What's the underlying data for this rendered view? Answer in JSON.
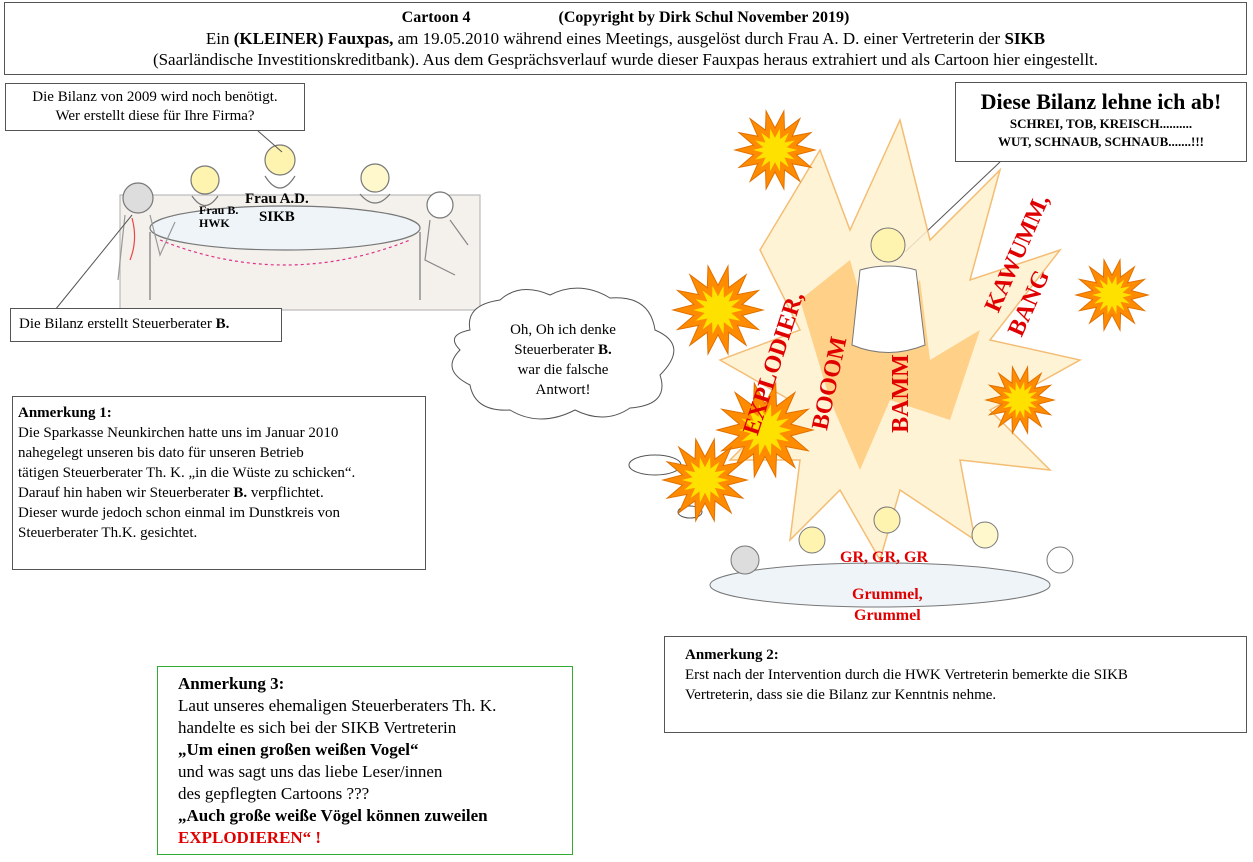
{
  "header": {
    "cartoon_no": "Cartoon 4",
    "copyright": "(Copyright by Dirk Schul November 2019)",
    "line2_a": "Ein ",
    "line2_bold": "(KLEINER) Fauxpas,",
    "line2_b": " am 19.05.2010 während eines Meetings, ausgelöst  durch Frau A. D. einer Vertreterin der ",
    "line2_sikb": "SIKB",
    "line3": "(Saarländische Investitionskreditbank). Aus dem Gesprächsverlauf wurde dieser Fauxpas heraus extrahiert und als Cartoon hier eingestellt."
  },
  "question": {
    "line1": "Die Bilanz von 2009 wird noch benötigt.",
    "line2": "Wer erstellt diese für Ihre Firma?"
  },
  "answer": {
    "text": "Die Bilanz erstellt Steuerberater ",
    "bold": "B."
  },
  "figure_labels": {
    "frau_b": "Frau B.",
    "hwk": "HWK",
    "frau_ad": "Frau A.D.",
    "sikb": "SIKB"
  },
  "thought": {
    "line1": "Oh, Oh ich denke",
    "line2a": "Steuerberater ",
    "line2b": "B.",
    "line3": "war die falsche",
    "line4": "Antwort!"
  },
  "shout": {
    "title": "Diese Bilanz lehne ich ab!",
    "line1": "SCHREI, TOB, KREISCH..........",
    "line2": "WUT, SCHNAUB, SCHNAUB.......!!!"
  },
  "explosion_words": {
    "explodier": "EXPLODIER,",
    "booom": "BOOOM",
    "bamm": "BAMM",
    "kawumm": "KAWUMM,",
    "bang": "BANG"
  },
  "grumble": {
    "gr": "GR, GR, GR",
    "line1": "Grummel,",
    "line2": "Grummel"
  },
  "note1": {
    "title": "Anmerkung 1:",
    "lines": [
      "Die Sparkasse Neunkirchen hatte uns im Januar 2010",
      " nahegelegt unseren bis dato für unseren Betrieb",
      "tätigen Steuerberater Th. K. „in die Wüste zu schicken“.",
      "Darauf hin haben wir Steuerberater ",
      "Dieser wurde jedoch schon einmal im Dunstkreis von",
      "Steuerberater Th.K. gesichtet."
    ],
    "bold_b": "B.",
    "line4_end": " verpflichtet."
  },
  "note2": {
    "title": "Anmerkung 2:",
    "line1": "Erst nach der Intervention durch die HWK Vertreterin bemerkte die SIKB",
    "line2": "Vertreterin, dass sie die Bilanz zur Kenntnis nehme."
  },
  "note3": {
    "title": "Anmerkung 3:",
    "line1": "Laut unseres ehemaligen Steuerberaters Th. K.",
    "line2": "handelte  es sich bei der SIKB Vertreterin",
    "line3": "„Um einen großen weißen Vogel“",
    "line4": "und was sagt uns das liebe Leser/innen",
    "line5": "des gepflegten Cartoons ???",
    "line6": "„Auch große weiße Vögel können zuweilen",
    "line7": "EXPLODIEREN“ !"
  },
  "colors": {
    "accent_red": "#e00000",
    "note3_border": "#33aa33",
    "burst_outer": "#ff8c00",
    "burst_inner": "#ffe100"
  }
}
